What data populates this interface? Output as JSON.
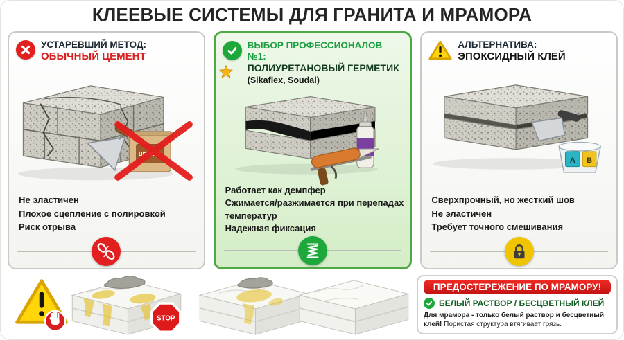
{
  "title": "КЛЕЕВЫЕ СИСТЕМЫ ДЛЯ ГРАНИТА И МРАМОРА",
  "panel_cement": {
    "heading1": "УСТАРЕВШИЙ МЕТОД:",
    "heading2": "ОБЫЧНЫЙ ЦЕМЕНТ",
    "bullet1": "Не эластичен",
    "bullet2": "Плохое сцепление с полировкой",
    "bullet3": "Риск отрыва",
    "bag_label": "ЦЕМЕНТ"
  },
  "panel_sealant": {
    "heading1": "ВЫБОР ПРОФЕССИОНАЛОВ №1:",
    "heading2": "ПОЛИУРЕТАНОВЫЙ ГЕРМЕТИК",
    "heading3": "(Sikaflex, Soudal)",
    "bullet1": "Работает как демпфер",
    "bullet2": "Сжимается/разжимается при перепадах температур",
    "bullet3": "Надежная фиксация"
  },
  "panel_epoxy": {
    "heading1": "АЛЬТЕРНАТИВА:",
    "heading2": "ЭПОКСИДНЫЙ КЛЕЙ",
    "bullet1": "Сверхпрочный, но жесткий шов",
    "bullet2": "Не эластичен",
    "bullet3": "Требует точного смешивания",
    "cup_a": "A",
    "cup_b": "B"
  },
  "marble_warning": {
    "banner": "ПРЕДОСТЕРЕЖЕНИЕ ПО МРАМОРУ!",
    "approved": "БЕЛЫЙ РАСТВОР / БЕСЦВЕТНЫЙ КЛЕЙ",
    "note_bold": "Для мрамора - только белый раствор и бесцветный клей!",
    "note_rest": "Пористая структура втягивает грязь."
  },
  "stop_sign": "STOP",
  "colors": {
    "bad_red": "#e32020",
    "good_green": "#1ea83c",
    "warn_yellow": "#f0c400"
  }
}
